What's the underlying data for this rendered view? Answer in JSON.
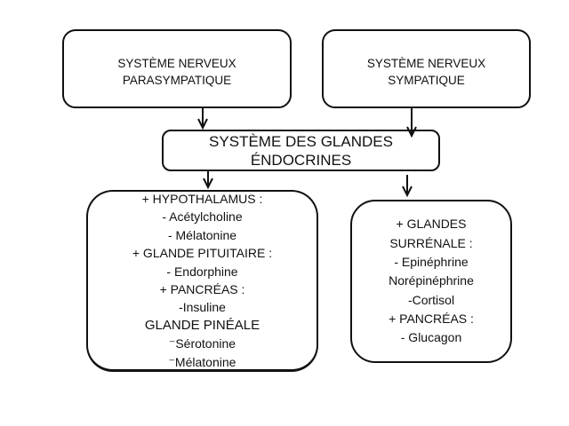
{
  "page": {
    "background_color": "#ffffff",
    "ink_color": "#111111"
  },
  "diagram": {
    "type": "flowchart",
    "nodes": {
      "parasympathetic": {
        "lines": [
          "SYSTÈME NERVEUX",
          "PARASYMPATIQUE"
        ]
      },
      "sympathetic": {
        "lines": [
          "SYSTÈME NERVEUX",
          "SYMPATIQUE"
        ]
      },
      "endocrine": {
        "lines": [
          "SYSTÈME DES GLANDES",
          "ÉNDOCRINES"
        ]
      },
      "left_glands": {
        "lines": [
          "+ HYPOTHALAMUS :",
          "- Acétylcholine",
          "- Mélatonine",
          "+ GLANDE PITUITAIRE :",
          "- Endorphine",
          "+ PANCRÉAS :",
          "-Insuline",
          "GLANDE PINÉALE",
          "⁻Sérotonine",
          "⁻Mélatonine"
        ]
      },
      "right_glands": {
        "lines": [
          "+ GLANDES",
          "SURRÉNALE :",
          "- Epinéphrine",
          "Norépinéphrine",
          "-Cortisol",
          "+ PANCRÉAS :",
          "- Glucagon"
        ]
      }
    },
    "connectors": [
      {
        "from": "parasympathetic",
        "to": "endocrine",
        "style": "arrow-down"
      },
      {
        "from": "sympathetic",
        "to": "endocrine",
        "style": "arrow-down"
      },
      {
        "from": "endocrine",
        "to": "left_glands",
        "style": "arrow-down"
      },
      {
        "from": "endocrine",
        "to": "right_glands",
        "style": "arrow-down"
      }
    ]
  }
}
